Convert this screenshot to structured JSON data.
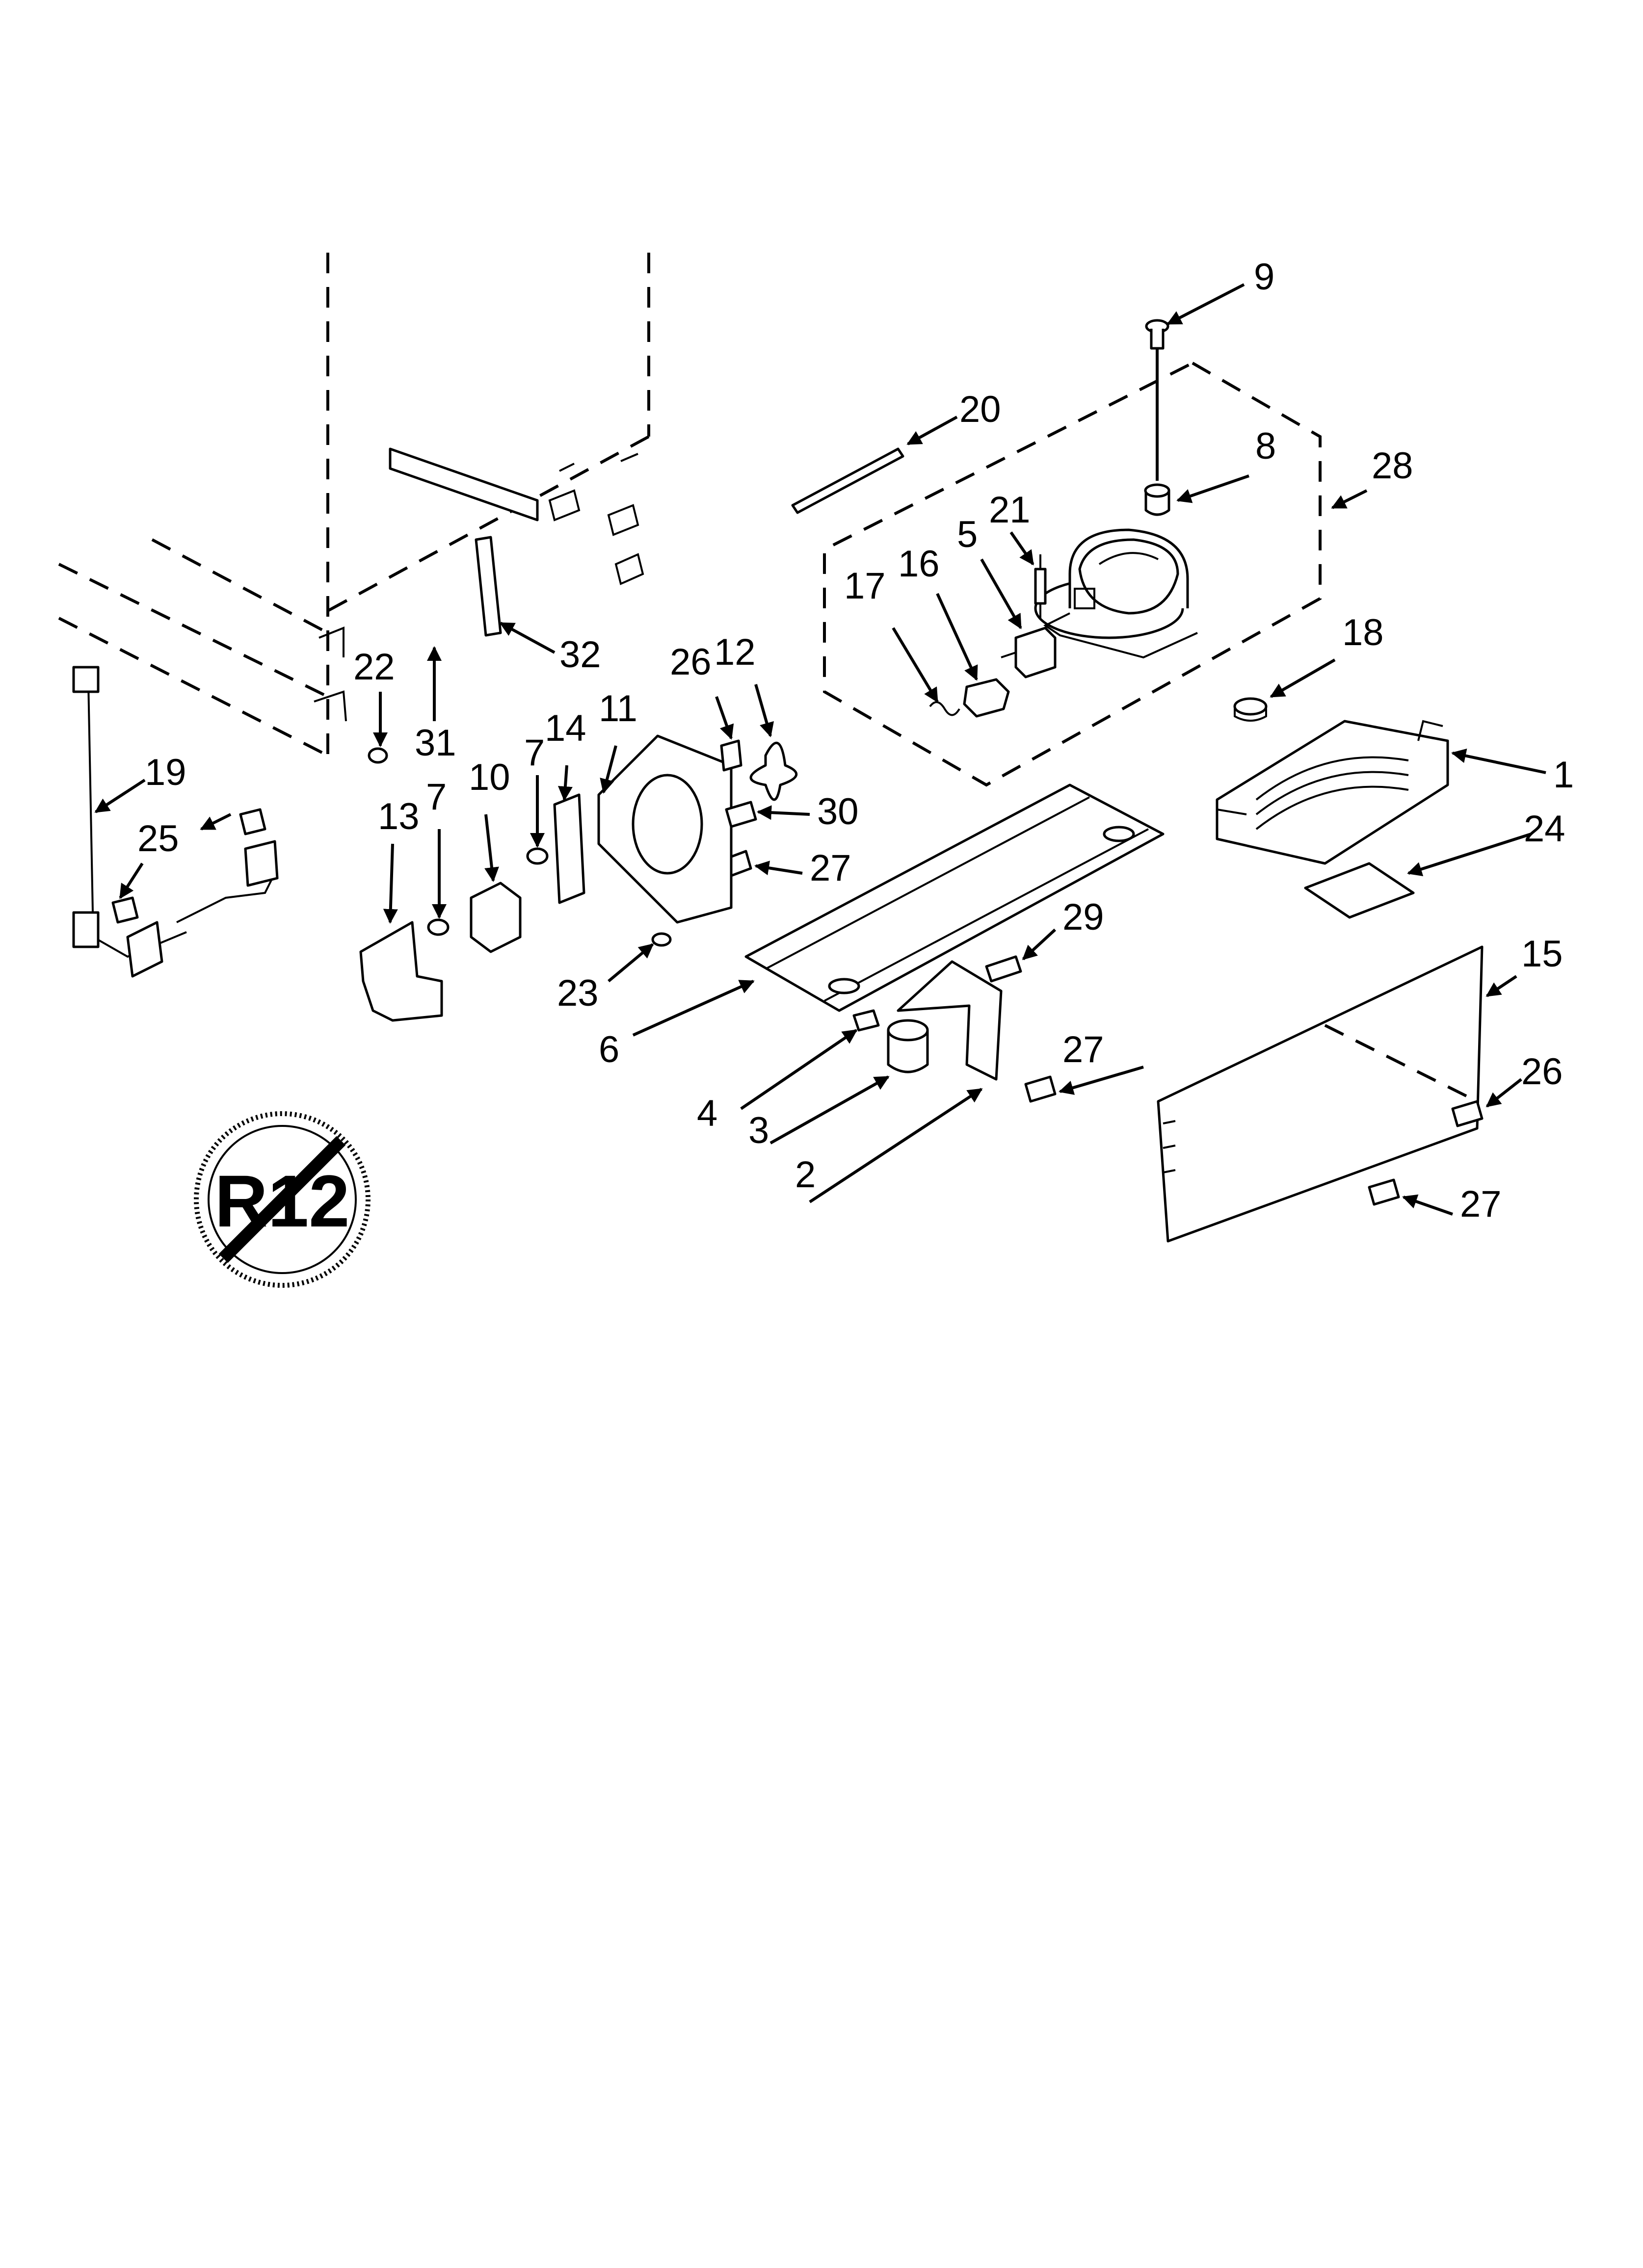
{
  "diagram": {
    "labels": {
      "p1": "1",
      "p2": "2",
      "p3": "3",
      "p4": "4",
      "p5": "5",
      "p6": "6",
      "p7a": "7",
      "p7b": "7",
      "p8": "8",
      "p9": "9",
      "p10": "10",
      "p11": "11",
      "p12": "12",
      "p13": "13",
      "p14": "14",
      "p15": "15",
      "p16": "16",
      "p17": "17",
      "p18": "18",
      "p19": "19",
      "p20": "20",
      "p21": "21",
      "p22": "22",
      "p23": "23",
      "p24": "24",
      "p25": "25",
      "p26a": "26",
      "p26b": "26",
      "p27a": "27",
      "p27b": "27",
      "p27c": "27",
      "p28": "28",
      "p29": "29",
      "p30": "30",
      "p31": "31",
      "p32": "32"
    },
    "emblem": {
      "text": "R12"
    }
  }
}
